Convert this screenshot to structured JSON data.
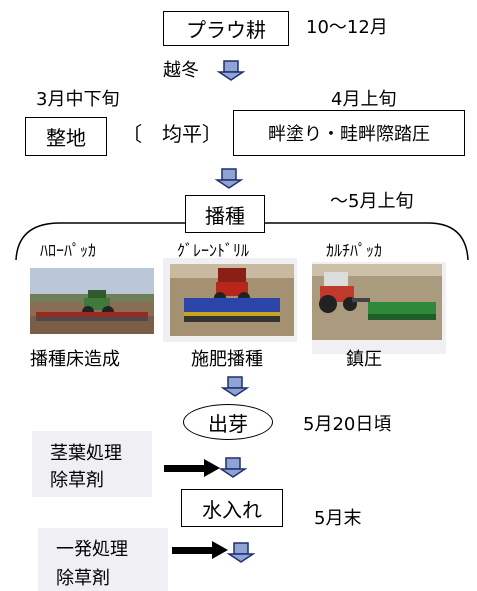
{
  "nodes": {
    "plow": "プラウ耕",
    "plow_period": "10～12月",
    "overwinter": "越冬",
    "prep_period": "3月中下旬",
    "land_prep": "整地",
    "leveling": "〔　均平〕",
    "levee_period": "4月上旬",
    "levee_work": "畔塗り・畦畔際踏圧",
    "sowing": "播種",
    "sowing_period": "～5月上旬",
    "emergence": "出芽",
    "emergence_date": "5月20日頃",
    "flooding": "水入れ",
    "flooding_period": "5月末"
  },
  "machines": [
    {
      "name": "ﾊﾛｰﾊﾟｯｶ",
      "task": "播種床造成"
    },
    {
      "name": "ｸﾞﾚｰﾝﾄﾞﾘﾙ",
      "task": "施肥播種"
    },
    {
      "name": "ｶﾙﾁﾊﾟｯｶ",
      "task": "鎮圧"
    }
  ],
  "herbicides": [
    {
      "line1": "茎葉処理",
      "line2": "除草剤"
    },
    {
      "line1": "一発処理",
      "line2": "除草剤"
    }
  ],
  "colors": {
    "arrow_fill": "#8fa3d4",
    "arrow_stroke": "#1f2f6e",
    "line": "#000000",
    "shade": "#f0f0f4"
  }
}
